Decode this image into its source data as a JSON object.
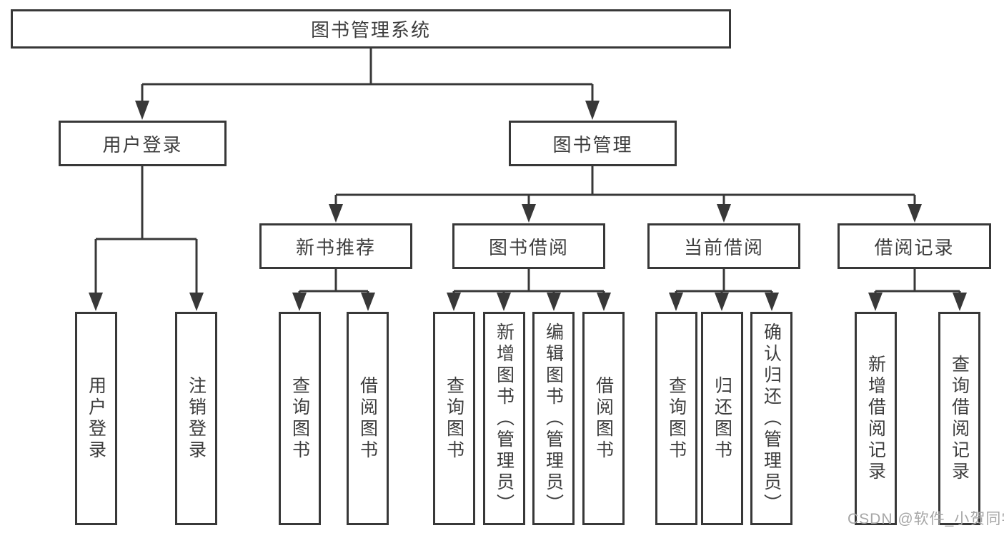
{
  "tree": {
    "label": "图书管理系统",
    "children": [
      {
        "label": "用户登录",
        "children": [
          {
            "label": "用户登录"
          },
          {
            "label": "注销登录"
          }
        ]
      },
      {
        "label": "图书管理",
        "children": [
          {
            "label": "新书推荐",
            "children": [
              {
                "label": "查询图书"
              },
              {
                "label": "借阅图书"
              }
            ]
          },
          {
            "label": "图书借阅",
            "children": [
              {
                "label": "查询图书"
              },
              {
                "label": "新增图书（管理员）"
              },
              {
                "label": "编辑图书（管理员）"
              },
              {
                "label": "借阅图书"
              }
            ]
          },
          {
            "label": "当前借阅",
            "children": [
              {
                "label": "查询图书"
              },
              {
                "label": "归还图书"
              },
              {
                "label": "确认归还（管理员）"
              }
            ]
          },
          {
            "label": "借阅记录",
            "children": [
              {
                "label": "新增借阅记录"
              },
              {
                "label": "查询借阅记录"
              }
            ]
          }
        ]
      }
    ]
  },
  "watermark": {
    "text": "CSDN @软件_小贺同学"
  },
  "colors": {
    "line": "#383838",
    "text": "#3d3d3d",
    "watermark": "#a6a6a6",
    "background": "#ffffff"
  }
}
